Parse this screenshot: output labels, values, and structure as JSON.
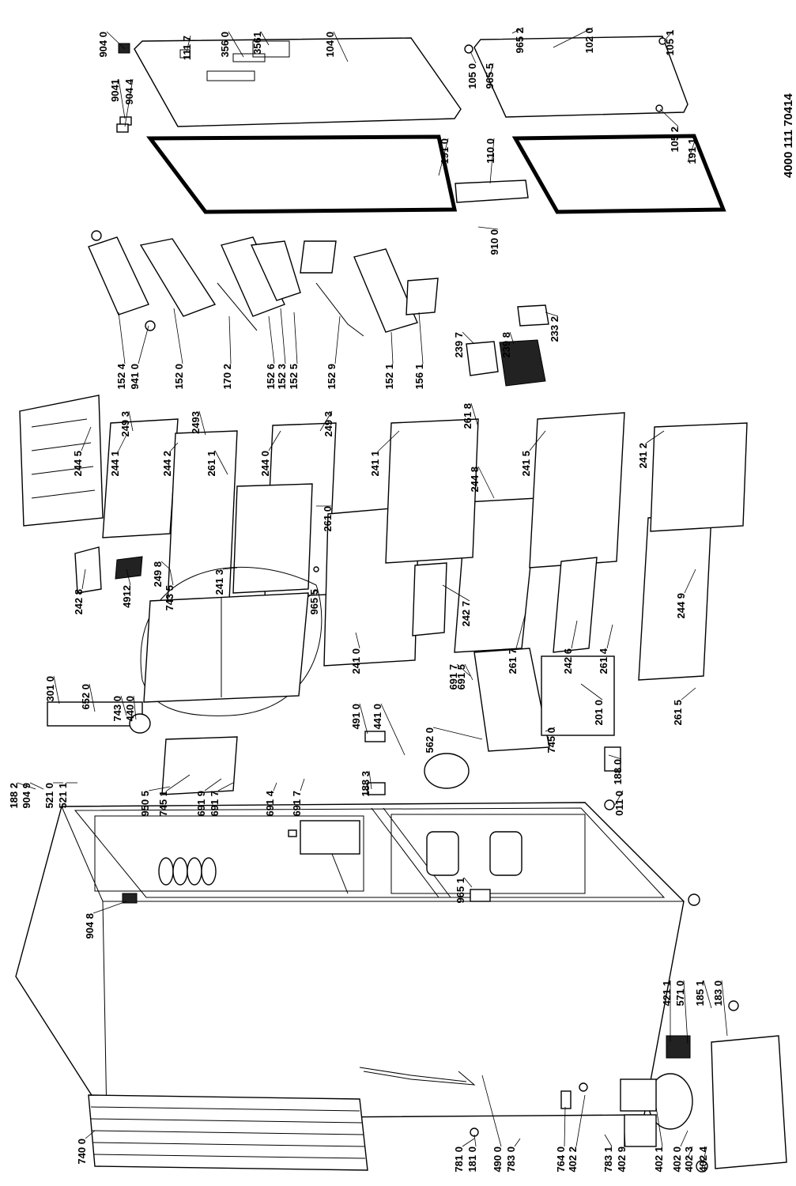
{
  "document_number": "4000 111 70414",
  "labels": [
    "904 0",
    "111 7",
    "356 0",
    "3561",
    "104 0",
    "965 2",
    "102 0",
    "105 1",
    "9041",
    "904 4",
    "105 0",
    "965 5",
    "105 2",
    "191 0",
    "110 0",
    "191 1",
    "910 0",
    "152 4",
    "941 0",
    "152 0",
    "170 2",
    "152 6",
    "152 3",
    "152 5",
    "152 9",
    "152 1",
    "156 1",
    "239 7",
    "239 8",
    "233 2",
    "244 5",
    "244 1",
    "249 3",
    "244 2",
    "2493",
    "261 1",
    "244 0",
    "249 3",
    "261 0",
    "249 8",
    "241 3",
    "743 5",
    "4912",
    "242 8",
    "965 5",
    "241 1",
    "261 8",
    "244 8",
    "241 5",
    "241 2",
    "242 7",
    "241 0",
    "261 7",
    "242 6",
    "261 4",
    "244 9",
    "301 0",
    "652 0",
    "743 0",
    "440 0",
    "188 2",
    "904 9",
    "521 0",
    "521 1",
    "950 5",
    "745 1",
    "691 9",
    "691 7",
    "691 4",
    "691 7",
    "491 0",
    "441 0",
    "562 0",
    "691 7",
    "691 5",
    "745 0",
    "188 3",
    "201 0",
    "188 0",
    "261 5",
    "011 0",
    "965 1",
    "904 8",
    "421 1",
    "571 0",
    "185 1",
    "183 0",
    "740 0",
    "781 0",
    "181 0",
    "490 0",
    "783 0",
    "764 0",
    "402 2",
    "783 1",
    "402 9",
    "402 1",
    "402 0",
    "402 3",
    "402 4"
  ]
}
